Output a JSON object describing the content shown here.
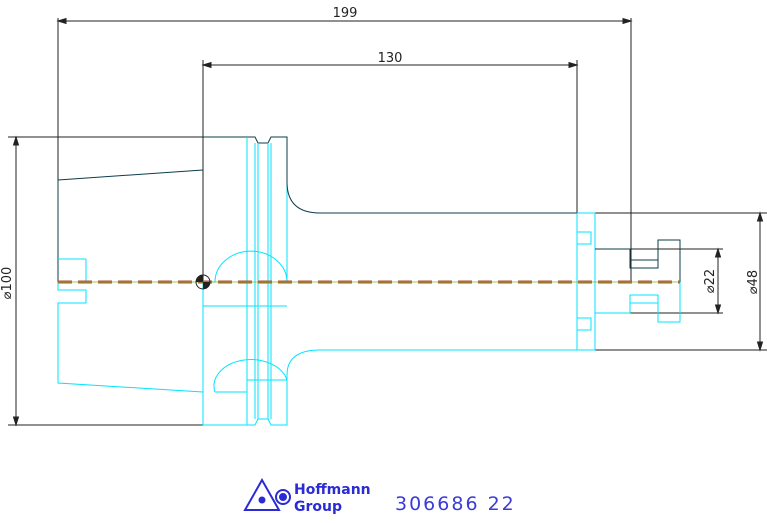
{
  "drawing": {
    "dimensions": {
      "overall_length": "199",
      "gauge_to_end": "130",
      "flange_diameter": "⌀100",
      "shank_diameter": "⌀48",
      "bore_diameter": "⌀22"
    },
    "footer": {
      "brand_line1": "Hoffmann",
      "brand_line2": "Group",
      "part_number": "306686 22"
    },
    "colors": {
      "outline_cyan": "#00e5ff",
      "outline_dark": "#0b3d4a",
      "dimension": "#222222",
      "centerline_dash": "#b0562e",
      "logo": "#2b2bd6"
    }
  }
}
